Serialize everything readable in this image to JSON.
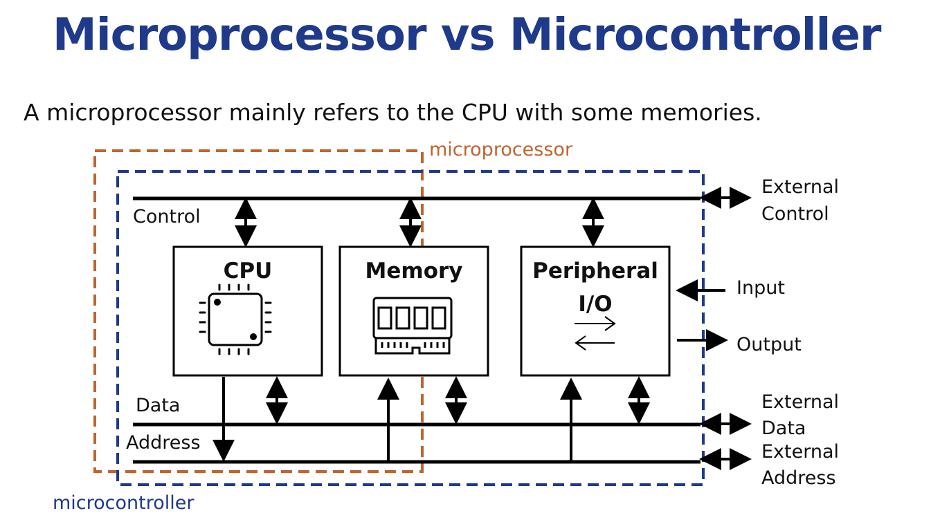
{
  "title": "Microprocessor vs Microcontroller",
  "subtitle": "A microprocessor mainly refers to the CPU with some memories.",
  "diagram": {
    "microprocessor_label": "microprocessor",
    "microcontroller_label": "microcontroller",
    "bus_labels": {
      "control": "Control",
      "data": "Data",
      "address": "Address"
    },
    "blocks": {
      "cpu": "CPU",
      "memory": "Memory",
      "peripheral_line1": "Peripheral",
      "peripheral_line2": "I/O"
    },
    "external": {
      "control_line1": "External",
      "control_line2": "Control",
      "input": "Input",
      "output": "Output",
      "data_line1": "External",
      "data_line2": "Data",
      "address_line1": "External",
      "address_line2": "Address"
    },
    "colors": {
      "title": "#1f3a8a",
      "microprocessor": "#c0642e",
      "microcontroller": "#1f3a8a",
      "lines": "#000000"
    }
  }
}
